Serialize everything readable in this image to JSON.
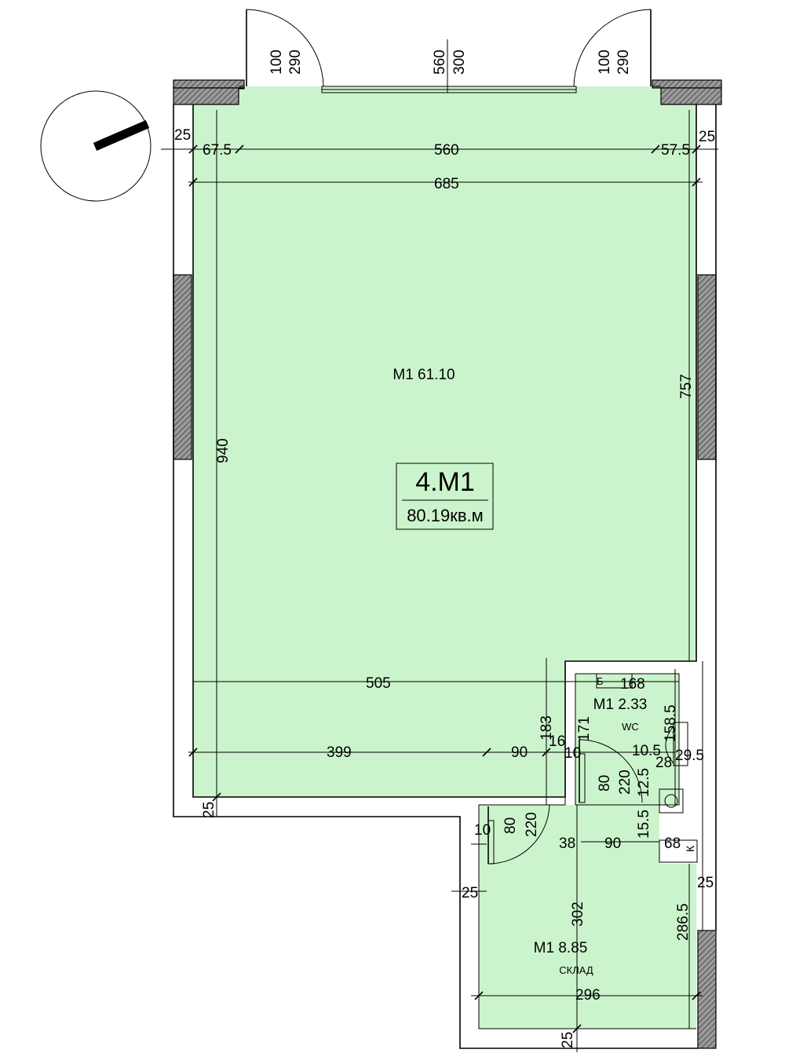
{
  "unit": {
    "code": "4.M1",
    "area": "80.19кв.м"
  },
  "rooms": {
    "main": {
      "label": "M1 61.10"
    },
    "wc": {
      "label": "M1 2.33",
      "type": "WC"
    },
    "storage": {
      "label": "M1 8.85",
      "type": "СКЛАД"
    }
  },
  "dims": {
    "top_d100_l": "100",
    "top_d290_l": "290",
    "top_d560": "560",
    "top_d300": "300",
    "top_d100_r": "100",
    "top_d290_r": "290",
    "w25_l": "25",
    "w67_5": "67.5",
    "w560": "560",
    "w57_5": "57.5",
    "w25_r": "25",
    "w685": "685",
    "h940": "940",
    "h757": "757",
    "w505": "505",
    "w399": "399",
    "w90_a": "90",
    "h183": "183",
    "h16": "16",
    "h10_a": "10",
    "h171": "171",
    "w168": "168",
    "h158_5": "158.5",
    "w10_5": "10.5",
    "w28": "28",
    "w29_5": "29.5",
    "h80_a": "80",
    "h220_a": "220",
    "h12_5": "12.5",
    "h15_5": "15.5",
    "h25_b": "25",
    "h10_b": "10",
    "h80_b": "80",
    "h220_b": "220",
    "w38": "38",
    "w90_b": "90",
    "w68": "68",
    "w25_c": "25",
    "w25_d": "25",
    "h302": "302",
    "h286_5": "286.5",
    "w296": "296",
    "h25_e": "25"
  },
  "symbols": {
    "wc_box": "Б",
    "vent": "К"
  }
}
